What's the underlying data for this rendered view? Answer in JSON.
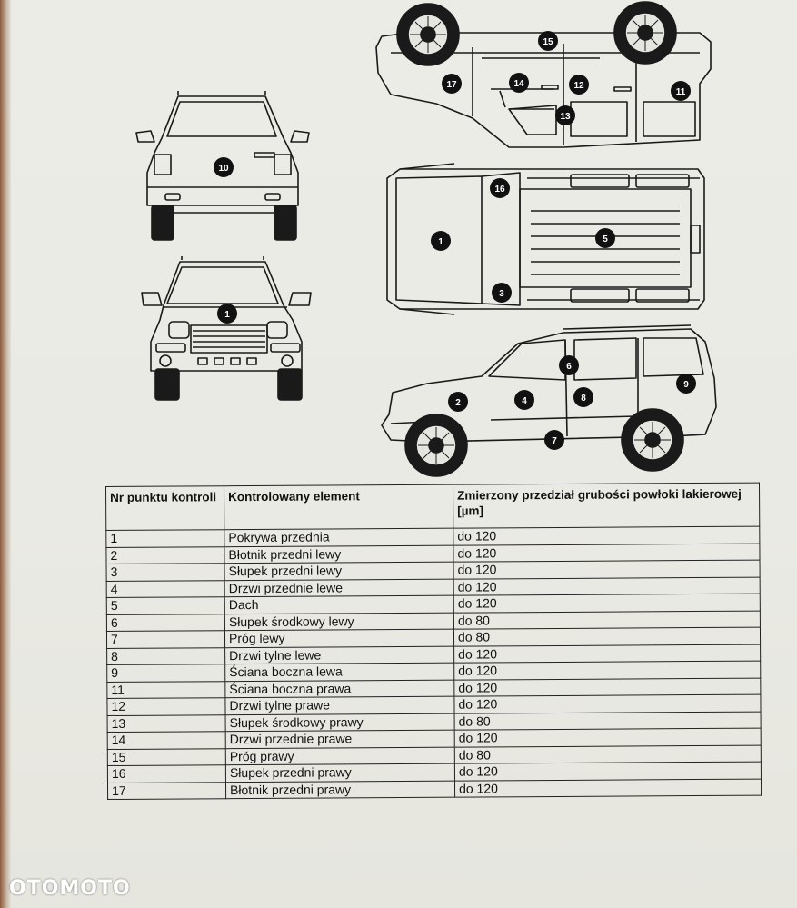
{
  "diagram": {
    "markers": [
      "1",
      "2",
      "3",
      "4",
      "5",
      "6",
      "7",
      "8",
      "9",
      "10",
      "11",
      "12",
      "13",
      "14",
      "15",
      "16",
      "17"
    ]
  },
  "table": {
    "headers": [
      "Nr punktu kontroli",
      "Kontrolowany element",
      "Zmierzony przedział grubości powłoki lakierowej [µm]"
    ],
    "rows": [
      [
        "1",
        "Pokrywa przednia",
        "do 120"
      ],
      [
        "2",
        "Błotnik przedni lewy",
        "do 120"
      ],
      [
        "3",
        "Słupek przedni lewy",
        "do 120"
      ],
      [
        "4",
        "Drzwi przednie lewe",
        "do 120"
      ],
      [
        "5",
        "Dach",
        "do 120"
      ],
      [
        "6",
        "Słupek środkowy lewy",
        "do 80"
      ],
      [
        "7",
        "Próg lewy",
        "do 80"
      ],
      [
        "8",
        "Drzwi tylne lewe",
        "do 120"
      ],
      [
        "9",
        "Ściana boczna lewa",
        "do 120"
      ],
      [
        "11",
        "Ściana boczna prawa",
        "do 120"
      ],
      [
        "12",
        "Drzwi tylne prawe",
        "do 120"
      ],
      [
        "13",
        "Słupek środkowy prawy",
        "do 80"
      ],
      [
        "14",
        "Drzwi przednie prawe",
        "do 120"
      ],
      [
        "15",
        "Próg prawy",
        "do 80"
      ],
      [
        "16",
        "Słupek przedni prawy",
        "do 120"
      ],
      [
        "17",
        "Błotnik przedni prawy",
        "do 120"
      ]
    ]
  },
  "watermark": "OTOMOTO"
}
